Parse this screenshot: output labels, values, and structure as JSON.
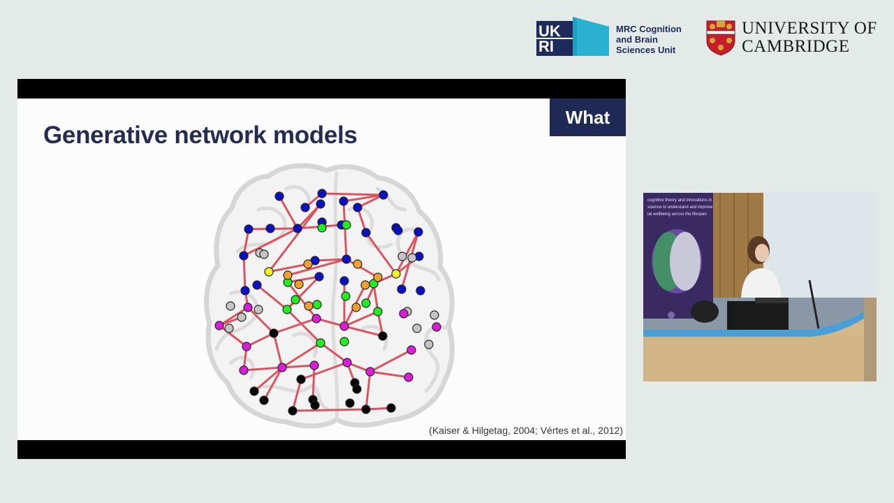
{
  "header": {
    "ukri_logo_text": "UKRI",
    "mrc_lines": [
      "MRC Cognition",
      "and Brain",
      "Sciences Unit"
    ],
    "cambridge_lines": [
      "UNIVERSITY OF",
      "CAMBRIDGE"
    ]
  },
  "slide": {
    "title": "Generative network models",
    "tag": "What",
    "citation": "(Kaiser & Hilgetag, 2004; Vértes et al., 2012)"
  },
  "network": {
    "edge_color": "#d9545f",
    "node_colors": {
      "blue": "#0a10c4",
      "green": "#22ee22",
      "orange": "#f0a030",
      "yellow": "#f4f02a",
      "magenta": "#d81ed8",
      "black": "#050505",
      "gray": "#c4c4c4"
    }
  },
  "video": {
    "banner_lines": [
      "cognitive theory and innovations in",
      "science to understand and improve",
      "tal wellbeing across the lifespan"
    ]
  }
}
